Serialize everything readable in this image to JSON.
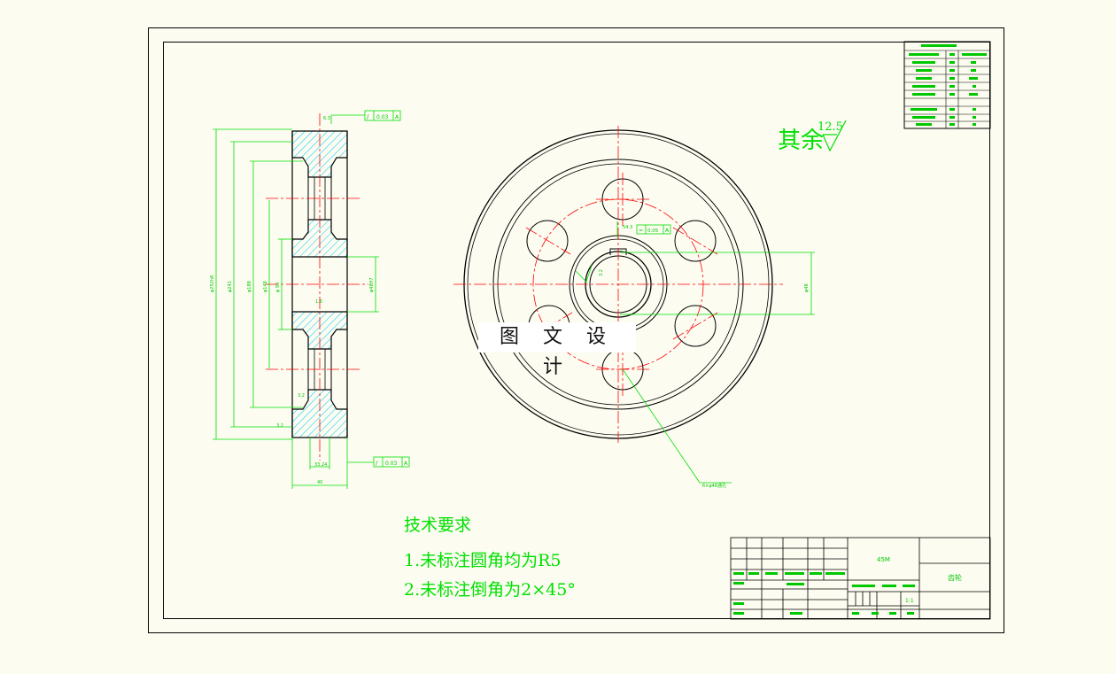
{
  "drawing": {
    "watermark": "图 文 设 计",
    "roughness_prefix": "其余",
    "roughness_value": "12.5",
    "tech_requirements": {
      "title": "技术要求",
      "items": [
        "1.未标注圆角均为R5",
        "2.未标注倒角为2×45°"
      ]
    },
    "title_block": {
      "material": "45M",
      "part_name": "齿轮",
      "scale": "1:1"
    },
    "tolerances": {
      "top_runout": "0.03",
      "bottom_runout": "0.03",
      "key_symmetry": "0.05"
    },
    "dimensions": {
      "face_width": "40",
      "hub_width": "33.24"
    }
  },
  "colors": {
    "background": "#fcfcf1",
    "outline": "#000000",
    "dimension": "#00e000",
    "centerline": "#ff0000",
    "hatch": "#00c8ff"
  }
}
